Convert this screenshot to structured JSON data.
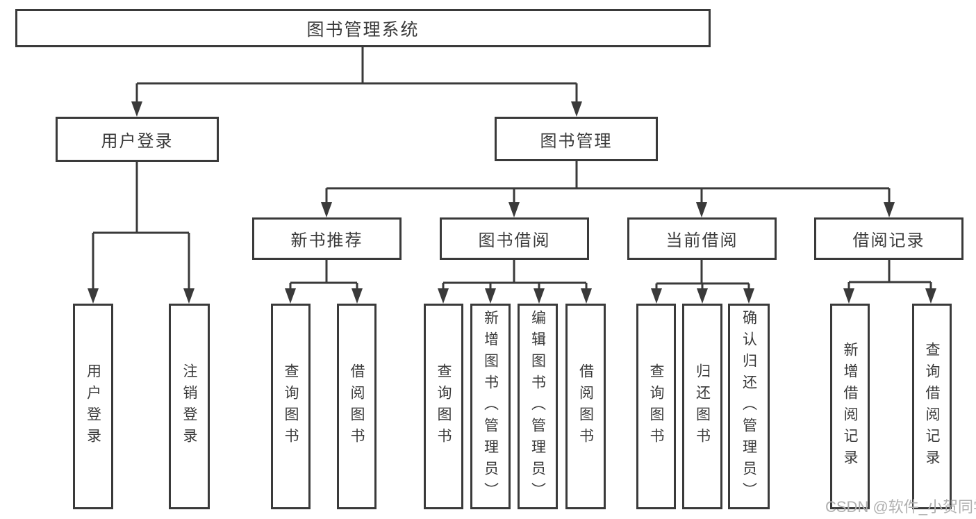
{
  "nodes": {
    "root": "图书管理系统",
    "login_branch": "用户登录",
    "manage_branch": "图书管理",
    "login_user": "用户登录",
    "login_logout": "注销登录",
    "recommend": "新书推荐",
    "borrow": "图书借阅",
    "current": "当前借阅",
    "records": "借阅记录",
    "recommend_query": "查询图书",
    "recommend_borrow": "借阅图书",
    "borrow_query": "查询图书",
    "borrow_add": "新增图书（管理员）",
    "borrow_edit": "编辑图书（管理员）",
    "borrow_borrow": "借阅图书",
    "current_query": "查询图书",
    "current_return": "归还图书",
    "current_confirm": "确认归还（管理员）",
    "records_add": "新增借阅记录",
    "records_query": "查询借阅记录"
  },
  "hierarchy": [
    {
      "parent": "图书管理系统",
      "children": [
        "用户登录",
        "图书管理"
      ]
    },
    {
      "parent": "用户登录",
      "children": [
        "用户登录",
        "注销登录"
      ]
    },
    {
      "parent": "图书管理",
      "children": [
        "新书推荐",
        "图书借阅",
        "当前借阅",
        "借阅记录"
      ]
    },
    {
      "parent": "新书推荐",
      "children": [
        "查询图书",
        "借阅图书"
      ]
    },
    {
      "parent": "图书借阅",
      "children": [
        "查询图书",
        "新增图书（管理员）",
        "编辑图书（管理员）",
        "借阅图书"
      ]
    },
    {
      "parent": "当前借阅",
      "children": [
        "查询图书",
        "归还图书",
        "确认归还（管理员）"
      ]
    },
    {
      "parent": "借阅记录",
      "children": [
        "新增借阅记录",
        "查询借阅记录"
      ]
    }
  ],
  "watermark": "CSDN @软件_小贺同学",
  "colors": {
    "line": "#3a3a3a",
    "text": "#3a3a3a",
    "box_background": "#ffffff",
    "page_background": "#ffffff",
    "watermark": "#b0b0b0"
  }
}
